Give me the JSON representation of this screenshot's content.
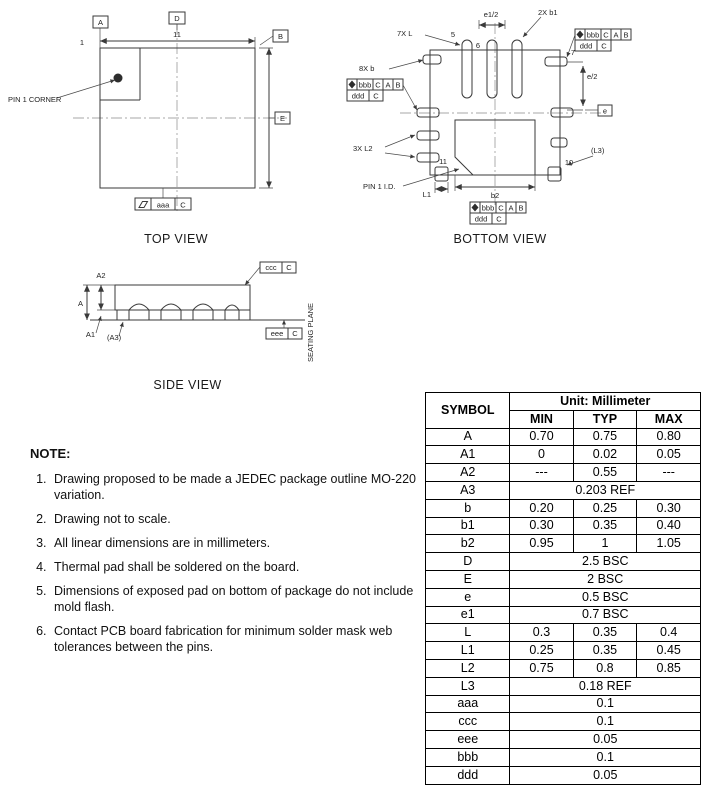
{
  "top_view": {
    "caption": "TOP VIEW",
    "labels": {
      "pin1": "1",
      "pin11": "11",
      "datum_a": "A",
      "datum_b": "B",
      "dim_d": "D",
      "dim_e": "E",
      "pin1_corner": "PIN 1 CORNER",
      "fcf_aaa": "aaa",
      "fcf_datum_c": "C"
    }
  },
  "bottom_view": {
    "caption": "BOTTOM VIEW",
    "labels": {
      "l_7x": "7X L",
      "e1_half": "e1/2",
      "b1_2x": "2X b1",
      "b_8x": "8X b",
      "e_half": "e/2",
      "dim_e": "e",
      "l3": "(L3)",
      "l2_3x": "3X L2",
      "l1": "L1",
      "b2": "b2",
      "pin1_id": "PIN 1 I.D.",
      "pin5": "5",
      "pin6": "6",
      "pin7": "7",
      "pin10": "10",
      "pin11": "11",
      "fcf_bbb": "bbb",
      "fcf_ddd": "ddd",
      "fcf_datum_c": "C",
      "fcf_datum_a": "A",
      "fcf_datum_b": "B"
    }
  },
  "side_view": {
    "caption": "SIDE VIEW",
    "labels": {
      "dim_a": "A",
      "dim_a1": "A1",
      "dim_a2": "A2",
      "dim_a3": "(A3)",
      "fcf_ccc": "ccc",
      "fcf_eee": "eee",
      "fcf_datum_c": "C",
      "seating_plane": "SEATING PLANE"
    }
  },
  "notes": {
    "title": "NOTE:",
    "items": [
      "Drawing proposed to be made a JEDEC package outline MO-220 variation.",
      "Drawing not to scale.",
      "All linear dimensions are in millimeters.",
      "Thermal pad shall be soldered on the board.",
      "Dimensions of exposed pad on bottom of package do not include mold flash.",
      "Contact PCB board fabrication for minimum solder mask web tolerances between the pins."
    ]
  },
  "table": {
    "symbol_header": "SYMBOL",
    "unit_header": "Unit: Millimeter",
    "min_header": "MIN",
    "typ_header": "TYP",
    "max_header": "MAX",
    "rows": [
      {
        "symbol": "A",
        "min": "0.70",
        "typ": "0.75",
        "max": "0.80"
      },
      {
        "symbol": "A1",
        "min": "0",
        "typ": "0.02",
        "max": "0.05"
      },
      {
        "symbol": "A2",
        "min": "---",
        "typ": "0.55",
        "max": "---"
      },
      {
        "symbol": "A3",
        "value": "0.203 REF"
      },
      {
        "symbol": "b",
        "min": "0.20",
        "typ": "0.25",
        "max": "0.30"
      },
      {
        "symbol": "b1",
        "min": "0.30",
        "typ": "0.35",
        "max": "0.40"
      },
      {
        "symbol": "b2",
        "min": "0.95",
        "typ": "1",
        "max": "1.05"
      },
      {
        "symbol": "D",
        "value": "2.5 BSC"
      },
      {
        "symbol": "E",
        "value": "2 BSC"
      },
      {
        "symbol": "e",
        "value": "0.5 BSC"
      },
      {
        "symbol": "e1",
        "value": "0.7 BSC"
      },
      {
        "symbol": "L",
        "min": "0.3",
        "typ": "0.35",
        "max": "0.4"
      },
      {
        "symbol": "L1",
        "min": "0.25",
        "typ": "0.35",
        "max": "0.45"
      },
      {
        "symbol": "L2",
        "min": "0.75",
        "typ": "0.8",
        "max": "0.85"
      },
      {
        "symbol": "L3",
        "value": "0.18 REF"
      },
      {
        "symbol": "aaa",
        "value": "0.1"
      },
      {
        "symbol": "ccc",
        "value": "0.1"
      },
      {
        "symbol": "eee",
        "value": "0.05"
      },
      {
        "symbol": "bbb",
        "value": "0.1"
      },
      {
        "symbol": "ddd",
        "value": "0.05"
      }
    ]
  }
}
